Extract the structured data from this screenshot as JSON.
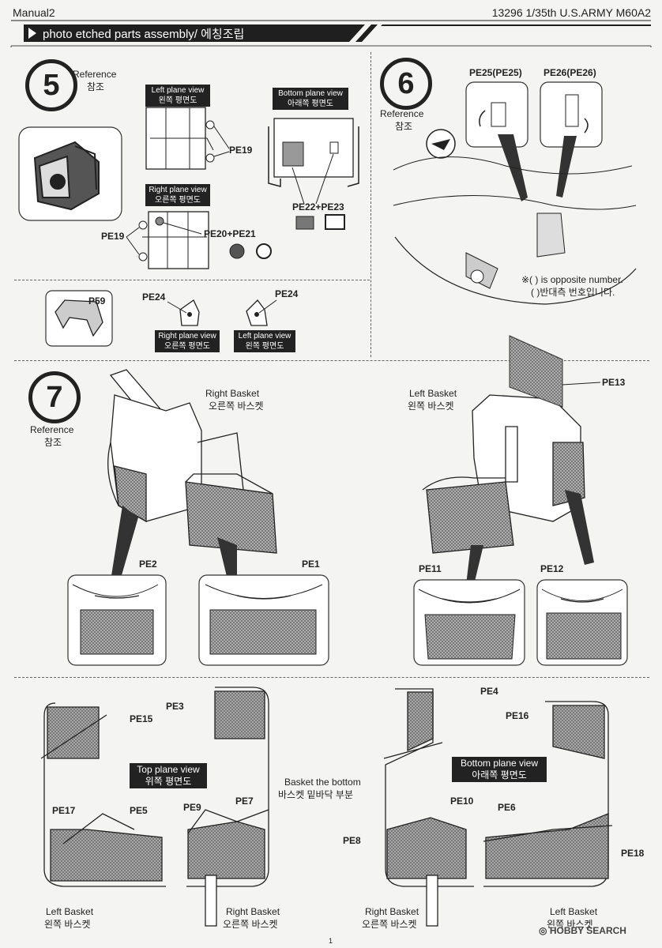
{
  "header": {
    "manual": "Manual2",
    "product": "13296 1/35th U.S.ARMY M60A2",
    "section": "photo etched parts assembly/ 에칭조립"
  },
  "step5": {
    "number": "5",
    "reference_en": "Reference",
    "reference_ko": "참조",
    "left_view_en": "Left plane view",
    "left_view_ko": "왼쪽 평면도",
    "right_view_en": "Right plane view",
    "right_view_ko": "오른쪽 평면도",
    "bottom_view_en": "Bottom plane view",
    "bottom_view_ko": "아래쪽 평면도",
    "pe19_a": "PE19",
    "pe19_b": "PE19",
    "pe20_21": "PE20+PE21",
    "pe22_23": "PE22+PE23",
    "p59": "P59",
    "pe24_a": "PE24",
    "pe24_b": "PE24",
    "right_view2_en": "Right plane view",
    "right_view2_ko": "오른쪽 평면도",
    "left_view2_en": "Left plane view",
    "left_view2_ko": "왼쪽 평면도"
  },
  "step6": {
    "number": "6",
    "reference_en": "Reference",
    "reference_ko": "참조",
    "pe25": "PE25(PE25)",
    "pe26": "PE26(PE26)",
    "note_en": "※( ) is opposite number.",
    "note_ko": "( )반대측 번호입니다."
  },
  "step7": {
    "number": "7",
    "reference_en": "Reference",
    "reference_ko": "참조",
    "right_basket_en": "Right Basket",
    "right_basket_ko": "오른쪽 바스켓",
    "left_basket_en": "Left Basket",
    "left_basket_ko": "왼쪽 바스켓",
    "pe13": "PE13",
    "pe2": "PE2",
    "pe1": "PE1",
    "pe11": "PE11",
    "pe12": "PE12"
  },
  "bottom_section": {
    "pe15": "PE15",
    "pe3": "PE3",
    "pe4": "PE4",
    "pe16": "PE16",
    "top_view_en": "Top plane view",
    "top_view_ko": "위쪽 평면도",
    "bottom_view_en": "Bottom plane view",
    "bottom_view_ko": "아래쪽 평면도",
    "basket_bottom_en": "Basket the bottom",
    "basket_bottom_ko": "바스켓 밑바닥 부분",
    "pe17": "PE17",
    "pe5": "PE5",
    "pe9": "PE9",
    "pe7": "PE7",
    "pe10": "PE10",
    "pe6": "PE6",
    "pe8": "PE8",
    "pe18": "PE18",
    "left_basket_en": "Left Basket",
    "left_basket_ko": "왼쪽 바스켓",
    "right_basket_en": "Right Basket",
    "right_basket_ko": "오른쪽 바스켓",
    "right_basket2_en": "Right Basket",
    "right_basket2_ko": "오른쪽 바스켓",
    "left_basket2_en": "Left Basket",
    "left_basket2_ko": "왼쪽 바스켓"
  },
  "footer": {
    "page": "1",
    "watermark": "HOBBY SEARCH"
  },
  "colors": {
    "ink": "#222222",
    "paper": "#f4f4f2",
    "mesh": "#8a8a8a"
  }
}
